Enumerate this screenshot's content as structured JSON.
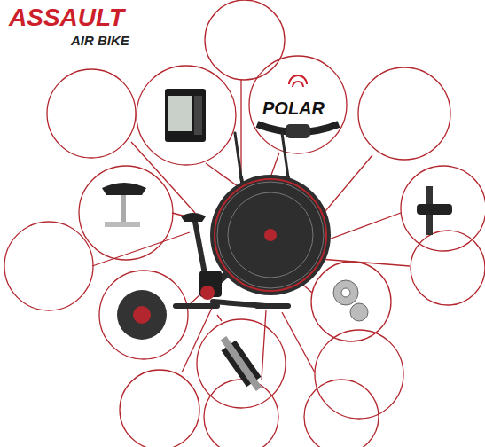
{
  "diagram": {
    "labels": [
      "ASSAULT",
      "AIR BIKE",
      "POLAR"
    ]
  }
}
